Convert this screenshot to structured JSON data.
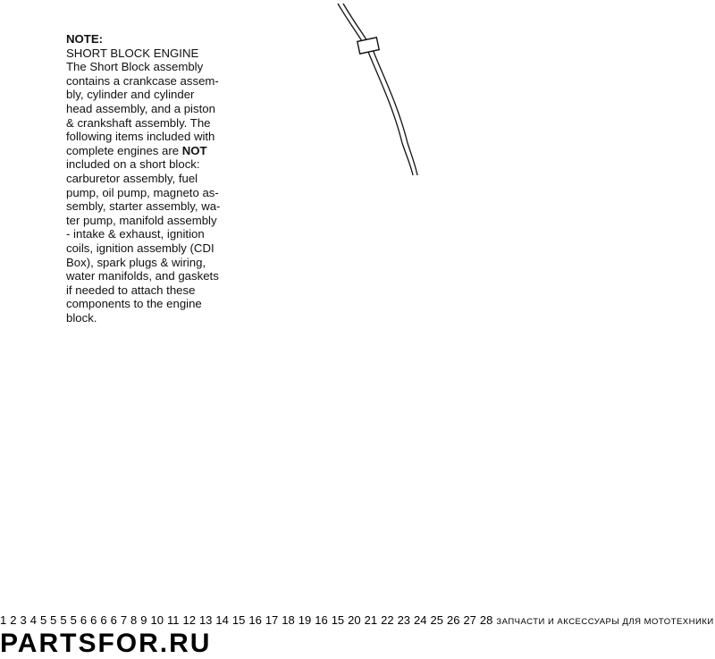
{
  "note": {
    "heading": "NOTE:",
    "line1": "SHORT BLOCK ENGINE",
    "line2": "The Short Block assembly",
    "line3": "contains a crankcase assem-",
    "line4": "bly, cylinder and cylinder",
    "line5": "head assembly, and a piston",
    "line6": "& crankshaft assembly.  The",
    "line7": "following items included with",
    "line8a": "complete engines are ",
    "line8b": "NOT",
    "line9": "included on a short block:",
    "line10": "carburetor assembly, fuel",
    "line11": "pump, oil pump, magneto as-",
    "line12": "sembly, starter assembly, wa-",
    "line13": "ter pump, manifold assembly",
    "line14": "- intake & exhaust, ignition",
    "line15": "coils, ignition assembly (CDI",
    "line16": "Box), spark plugs & wiring,",
    "line17": "water manifolds, and gaskets",
    "line18": "if needed to attach these",
    "line19": "components to the engine",
    "line20": "block."
  },
  "callouts": {
    "c1": "1",
    "c2": "2",
    "c3": "3",
    "c4": "4",
    "c5a": "5",
    "c5b": "5",
    "c5c": "5",
    "c5d": "5",
    "c6a": "6",
    "c6b": "6",
    "c6c": "6",
    "c6d": "6",
    "c7": "7",
    "c8": "8",
    "c9": "9",
    "c10": "10",
    "c11": "11",
    "c12": "12",
    "c13": "13",
    "c14": "14",
    "c15a": "15",
    "c15b": "15",
    "c16a": "16",
    "c16b": "16",
    "c17": "17",
    "c18": "18",
    "c19": "19",
    "c20": "20",
    "c21": "21",
    "c22": "22",
    "c23": "23",
    "c24": "24",
    "c25": "25",
    "c26": "26",
    "c27": "27",
    "c28": "28"
  },
  "watermark": {
    "tagline": "ЗАПЧАСТИ И АКСЕССУАРЫ ДЛЯ МОТОТЕХНИКИ",
    "brand": "PARTSFOR.RU"
  }
}
